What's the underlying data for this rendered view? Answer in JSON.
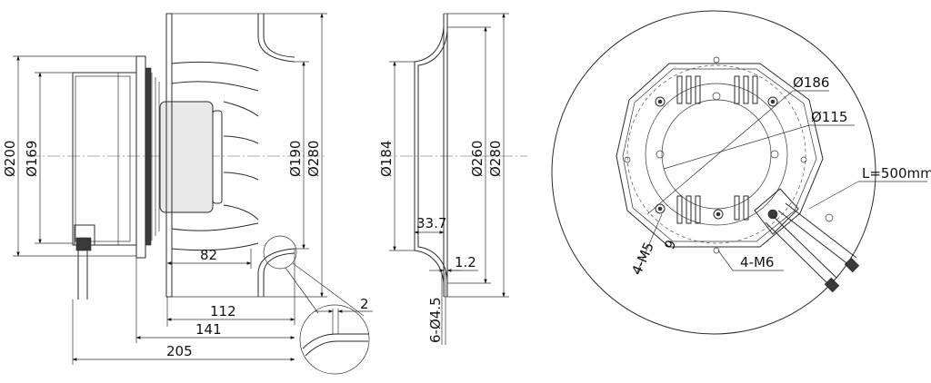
{
  "side_view": {
    "dims": {
      "d200": "Ø200",
      "d169": "Ø169",
      "d190": "Ø190",
      "d280": "Ø280",
      "l82": "82",
      "l112": "112",
      "l141": "141",
      "l205": "205",
      "l2": "2"
    }
  },
  "inlet_ring": {
    "dims": {
      "d184": "Ø184",
      "d260": "Ø260",
      "d280": "Ø280",
      "l33_7": "33.7",
      "l1_2": "1.2",
      "holes": "6-Ø4.5"
    }
  },
  "front_view": {
    "dims": {
      "d186": "Ø186",
      "d115": "Ø115",
      "cable": "L=500mm",
      "m5": "4-M5",
      "m5_depth": "9",
      "m6": "4-M6"
    }
  }
}
